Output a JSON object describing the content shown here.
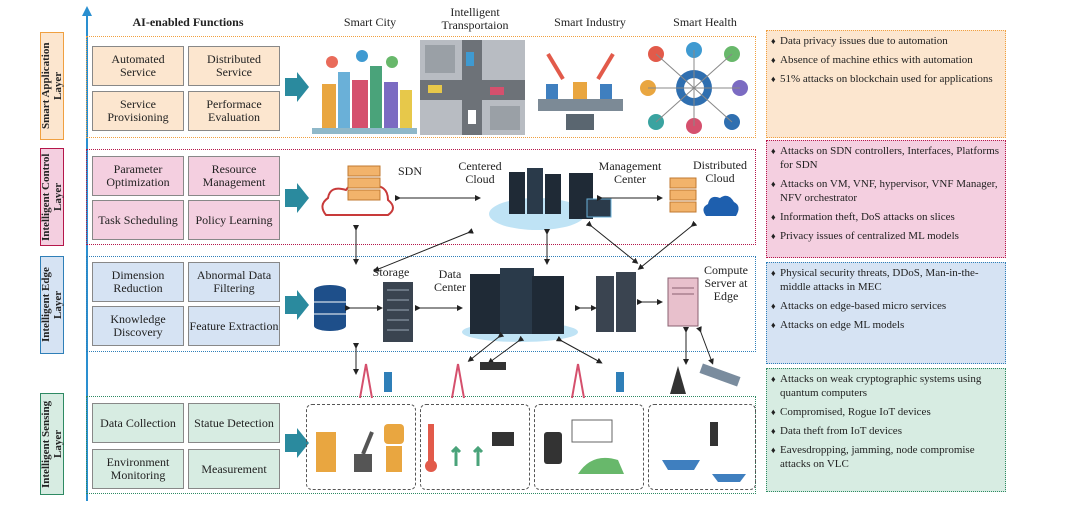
{
  "headers": {
    "functions": "AI-enabled Functions",
    "smart_city": "Smart City",
    "intelligent_transportation": "Intelligent Transportaion",
    "smart_industry": "Smart Industry",
    "smart_health": "Smart Health"
  },
  "layers": [
    {
      "name": "Smart Application Layer",
      "functions": [
        "Automated Service",
        "Distributed Service",
        "Service Provisioning",
        "Performace Evaluation"
      ],
      "threats": [
        "Data privacy issues due to automation",
        "Absence of machine ethics with automation",
        "51% attacks on blockchain used for applications"
      ]
    },
    {
      "name": "Intelligent Control Layer",
      "functions": [
        "Parameter Optimization",
        "Resource Management",
        "Task Scheduling",
        "Policy Learning"
      ],
      "threats": [
        "Attacks on SDN controllers, Interfaces, Platforms for SDN",
        "Attacks on VM, VNF, hypervisor, VNF Manager, NFV orchestrator",
        "Information theft, DoS attacks on slices",
        "Privacy issues of centralized ML models"
      ]
    },
    {
      "name": "Intelligent Edge Layer",
      "functions": [
        "Dimension Reduction",
        "Abnormal Data Filtering",
        "Knowledge Discovery",
        "Feature Extraction"
      ],
      "threats": [
        "Physical security threats, DDoS, Man-in-the-middle attacks in MEC",
        "Attacks on edge-based micro services",
        "Attacks on edge ML models"
      ]
    },
    {
      "name": "Intelligent Sensing Layer",
      "functions": [
        "Data Collection",
        "Statue Detection",
        "Environment Monitoring",
        "Measurement"
      ],
      "threats": [
        "Attacks on weak cryptographic systems using quantum computers",
        "Compromised, Rogue IoT devices",
        "Data theft from IoT devices",
        "Eavesdropping, jamming, node compromise attacks on VLC"
      ]
    }
  ],
  "control_nodes": {
    "sdn": "SDN",
    "centered_cloud": "Centered Cloud",
    "management_center": "Management Center",
    "distributed_cloud": "Distributed Cloud"
  },
  "edge_nodes": {
    "storage": "Storage",
    "data_center": "Data Center",
    "compute_server": "Compute Server at Edge"
  },
  "colors": {
    "application": "#fce6cf",
    "application_border": "#f0a040",
    "control": "#f4cfe0",
    "control_border": "#b5174a",
    "edge": "#d6e3f3",
    "edge_border": "#2f7fb8",
    "sensing": "#d7ece2",
    "sensing_border": "#2e8a63",
    "arrow": "#2a8a9e",
    "axis": "#2a8fd0"
  }
}
